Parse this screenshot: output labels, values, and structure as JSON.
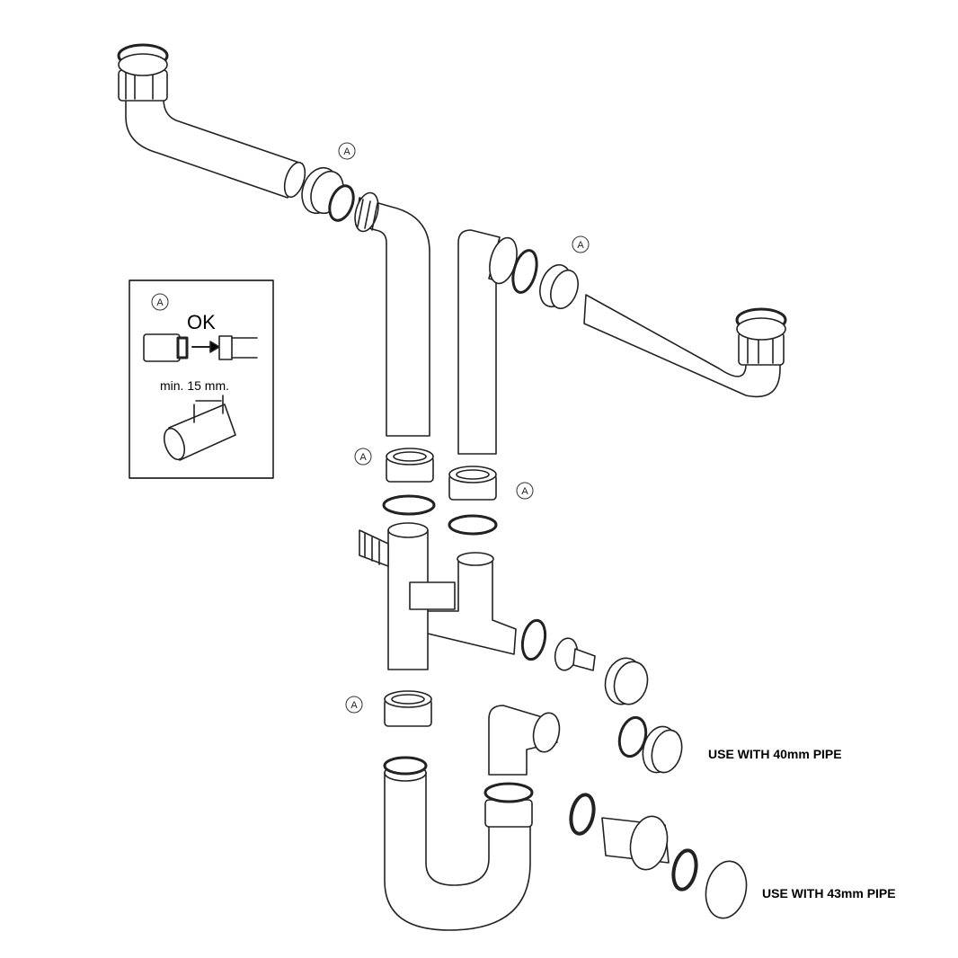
{
  "callout_letter": "A",
  "inset": {
    "callout": "A",
    "ok_text": "OK",
    "min_text": "min. 15 mm."
  },
  "labels": {
    "pipe_40": "USE WITH 40mm PIPE",
    "pipe_43": "USE WITH 43mm PIPE"
  }
}
